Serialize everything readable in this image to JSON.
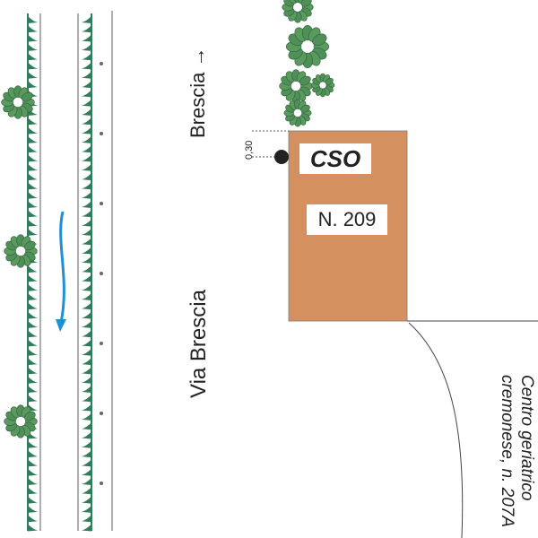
{
  "road": {
    "name": "Via Brescia",
    "direction": "Brescia →"
  },
  "building": {
    "code": "CSO",
    "number": "N. 209",
    "offset": "0,30",
    "color": "#d4915f"
  },
  "neighbor": {
    "line1": "Centro geriatrico",
    "line2": "cremonese, n. 207A"
  },
  "colors": {
    "hedge": "#2e7d5b",
    "tree": "#5a9a5e",
    "arrow": "#1f8fd6",
    "line": "#777777"
  }
}
